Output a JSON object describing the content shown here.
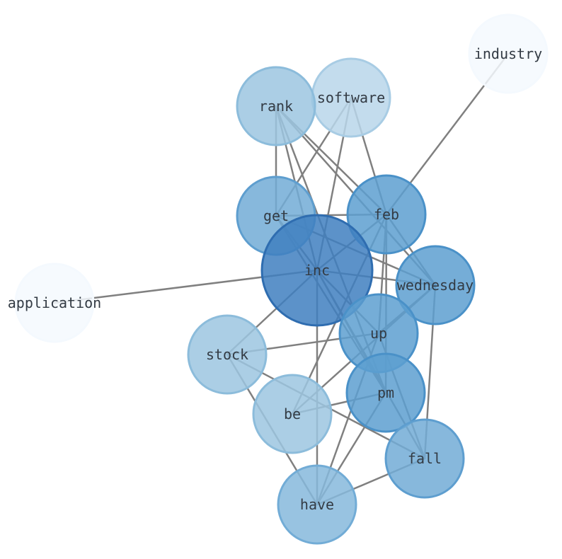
{
  "graph": {
    "nodes": [
      {
        "id": "industry",
        "label": "industry",
        "fill": "#f4f9fe",
        "stroke": "#f4f9fe"
      },
      {
        "id": "software",
        "label": "software",
        "fill": "#b9d6ea",
        "stroke": "#a8cce4"
      },
      {
        "id": "rank",
        "label": "rank",
        "fill": "#9cc6e0",
        "stroke": "#8cbcdb"
      },
      {
        "id": "get",
        "label": "get",
        "fill": "#72acd6",
        "stroke": "#5e9ecf"
      },
      {
        "id": "feb",
        "label": "feb",
        "fill": "#5d9fd0",
        "stroke": "#4a91c8"
      },
      {
        "id": "inc",
        "label": "inc",
        "fill": "#3f7fc0",
        "stroke": "#2f6db0"
      },
      {
        "id": "wednesday",
        "label": "wednesday",
        "fill": "#5d9fd0",
        "stroke": "#4a91c8"
      },
      {
        "id": "application",
        "label": "application",
        "fill": "#f4f9fe",
        "stroke": "#f4f9fe"
      },
      {
        "id": "up",
        "label": "up",
        "fill": "#5d9fd0",
        "stroke": "#4a91c8"
      },
      {
        "id": "stock",
        "label": "stock",
        "fill": "#9cc6e0",
        "stroke": "#8cbcdb"
      },
      {
        "id": "pm",
        "label": "pm",
        "fill": "#5d9fd0",
        "stroke": "#4a91c8"
      },
      {
        "id": "be",
        "label": "be",
        "fill": "#9cc6e0",
        "stroke": "#8cbcdb"
      },
      {
        "id": "fall",
        "label": "fall",
        "fill": "#72acd6",
        "stroke": "#5e9ecf"
      },
      {
        "id": "have",
        "label": "have",
        "fill": "#86b9dc",
        "stroke": "#72acd6"
      }
    ],
    "edges": [
      [
        "inc",
        "application"
      ],
      [
        "inc",
        "feb"
      ],
      [
        "inc",
        "wednesday"
      ],
      [
        "inc",
        "stock"
      ],
      [
        "inc",
        "software"
      ],
      [
        "inc",
        "rank"
      ],
      [
        "inc",
        "up"
      ],
      [
        "inc",
        "pm"
      ],
      [
        "inc",
        "fall"
      ],
      [
        "inc",
        "have"
      ],
      [
        "inc",
        "get"
      ],
      [
        "industry",
        "feb"
      ],
      [
        "software",
        "feb"
      ],
      [
        "software",
        "get"
      ],
      [
        "rank",
        "get"
      ],
      [
        "rank",
        "feb"
      ],
      [
        "rank",
        "wednesday"
      ],
      [
        "rank",
        "pm"
      ],
      [
        "get",
        "feb"
      ],
      [
        "get",
        "wednesday"
      ],
      [
        "get",
        "pm"
      ],
      [
        "feb",
        "up"
      ],
      [
        "feb",
        "pm"
      ],
      [
        "feb",
        "be"
      ],
      [
        "feb",
        "wednesday"
      ],
      [
        "wednesday",
        "up"
      ],
      [
        "wednesday",
        "be"
      ],
      [
        "wednesday",
        "fall"
      ],
      [
        "up",
        "stock"
      ],
      [
        "up",
        "have"
      ],
      [
        "up",
        "fall"
      ],
      [
        "stock",
        "fall"
      ],
      [
        "stock",
        "have"
      ],
      [
        "pm",
        "be"
      ],
      [
        "pm",
        "have"
      ],
      [
        "fall",
        "have"
      ]
    ]
  }
}
